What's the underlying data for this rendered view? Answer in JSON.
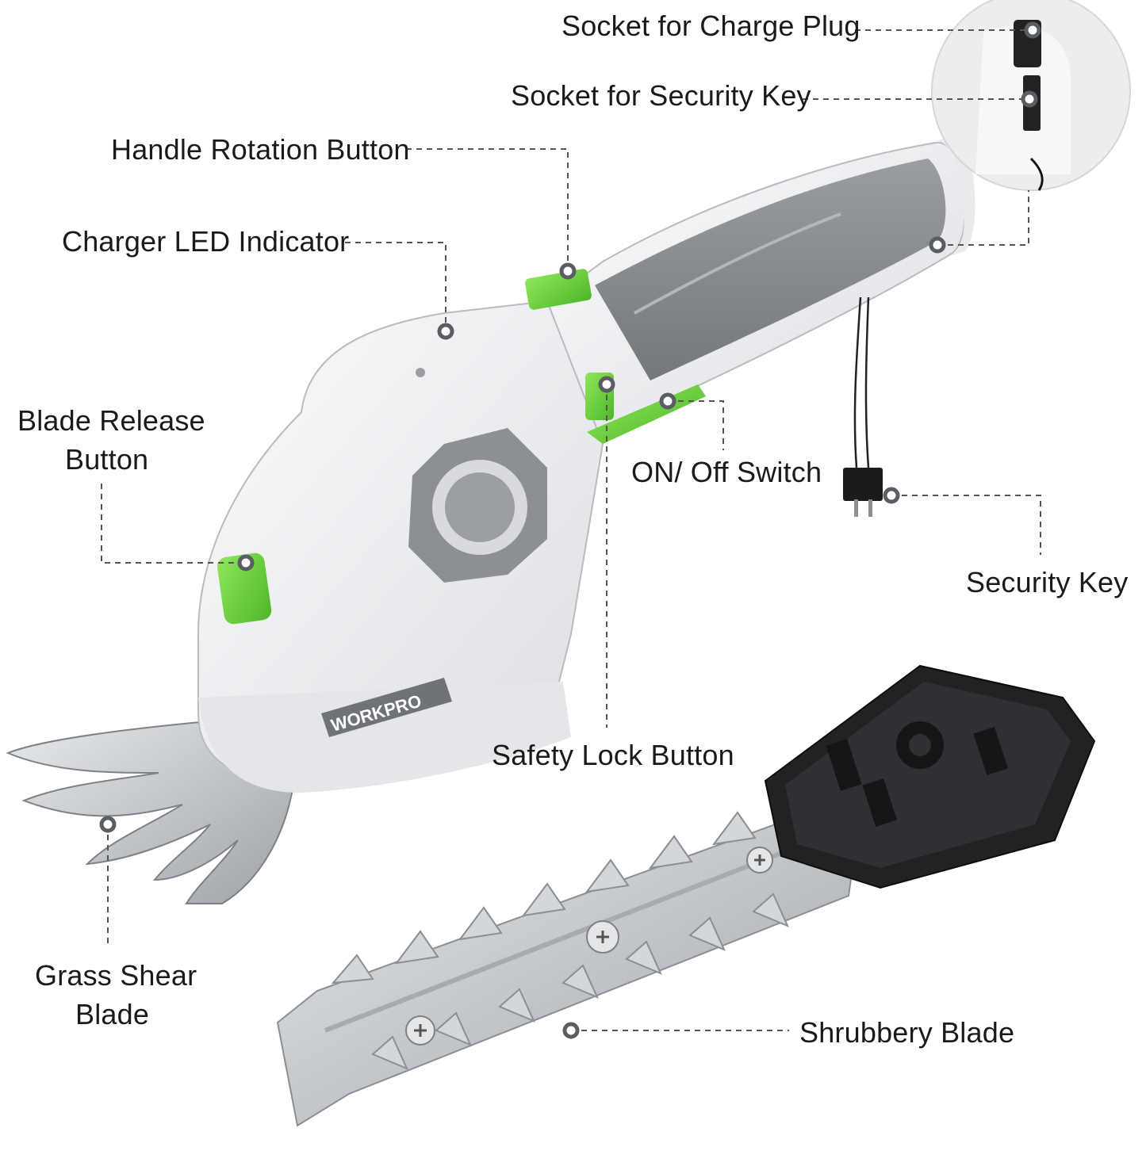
{
  "labels": {
    "socket_charge_plug": "Socket for Charge Plug",
    "socket_security_key": "Socket for Security Key",
    "handle_rotation_button": "Handle Rotation Button",
    "charger_led_indicator": "Charger LED Indicator",
    "blade_release_line1": "Blade Release",
    "blade_release_line2": "Button",
    "on_off_switch": "ON/ Off Switch",
    "security_key": "Security Key",
    "safety_lock_button": "Safety Lock Button",
    "grass_shear_line1": "Grass Shear",
    "grass_shear_line2": "Blade",
    "shrubbery_blade": "Shrubbery Blade"
  },
  "product": {
    "brand": "WORKPRO"
  },
  "colors": {
    "accent_green": "#6fd13a",
    "body_white": "#f1f2f4",
    "grip_gray": "#8e9196",
    "blade_steel": "#c9ccd0",
    "label_text": "#1a1a1a",
    "callout_dot": "#5a5d63"
  }
}
